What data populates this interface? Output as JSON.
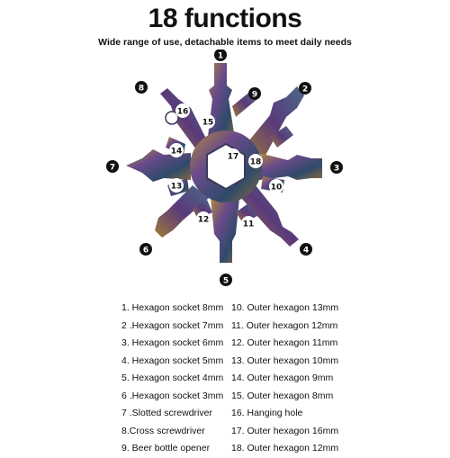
{
  "title": "18 functions",
  "subtitle": "Wide range of use, detachable items to meet daily needs",
  "colors": {
    "tool_dark": "#3b4a6b",
    "tool_purple": "#6a4a8a",
    "tool_gold": "#b08a3a",
    "callout_bg": "#111111"
  },
  "outer_callouts": [
    "1",
    "2",
    "3",
    "4",
    "5",
    "6",
    "7",
    "8",
    "9"
  ],
  "inner_labels": [
    "10",
    "11",
    "12",
    "13",
    "14",
    "15",
    "16",
    "17",
    "18"
  ],
  "legend_left": [
    "1. Hexagon socket 8mm",
    "2 .Hexagon socket 7mm",
    "3. Hexagon socket 6mm",
    "4. Hexagon socket 5mm",
    "5. Hexagon socket 4mm",
    "6 .Hexagon socket 3mm",
    "7 .Slotted screwdriver",
    "8.Cross screwdriver",
    "9. Beer bottle opener"
  ],
  "legend_right": [
    "10. Outer hexagon 13mm",
    "11. Outer hexagon 12mm",
    "12. Outer hexagon 11mm",
    "13. Outer hexagon 10mm",
    "14. Outer hexagon 9mm",
    "15. Outer hexagon 8mm",
    "16. Hanging hole",
    "17. Outer hexagon 16mm",
    "18. Outer hexagon 12mm"
  ]
}
